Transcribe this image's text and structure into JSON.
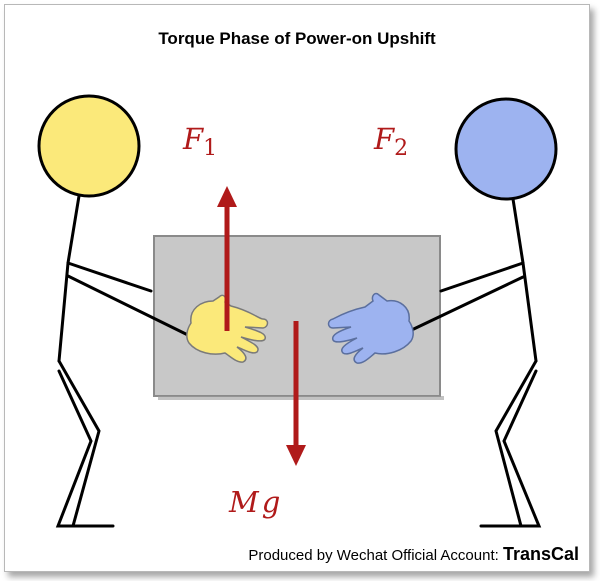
{
  "title": "Torque Phase of Power-on Upshift",
  "footer": {
    "prefix": "Produced by Wechat Official Account:",
    "brand": "TransCal"
  },
  "forces": {
    "f1": {
      "symbol": "F",
      "subscript": "1"
    },
    "f2": {
      "symbol": "F",
      "subscript": "2"
    },
    "weight": {
      "m": "M",
      "g": "g"
    }
  },
  "colors": {
    "left_head": "#fbe97a",
    "right_head": "#9db3f0",
    "box": "#c8c8c8",
    "arrow": "#b01a1a"
  }
}
